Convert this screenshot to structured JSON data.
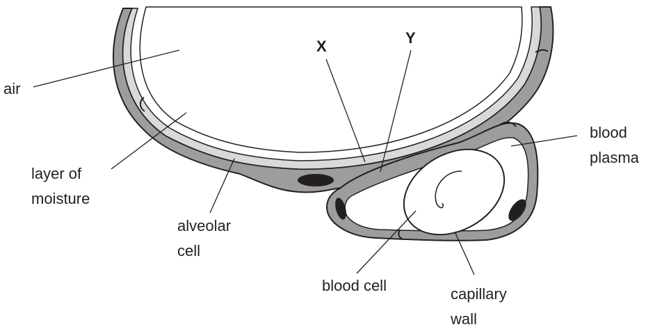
{
  "labels": {
    "air": "air",
    "moisture_line1": "layer of",
    "moisture_line2": "moisture",
    "alveolar_line1": "alveolar",
    "alveolar_line2": "cell",
    "x": "X",
    "y": "Y",
    "plasma_line1": "blood",
    "plasma_line2": "plasma",
    "blood_cell": "blood cell",
    "capillary_line1": "capillary",
    "capillary_line2": "wall"
  },
  "colors": {
    "outline": "#231f20",
    "cell_wall": "#9d9d9c",
    "moisture": "#d9d9d9",
    "interior": "#ffffff",
    "nucleus": "#231f20"
  }
}
